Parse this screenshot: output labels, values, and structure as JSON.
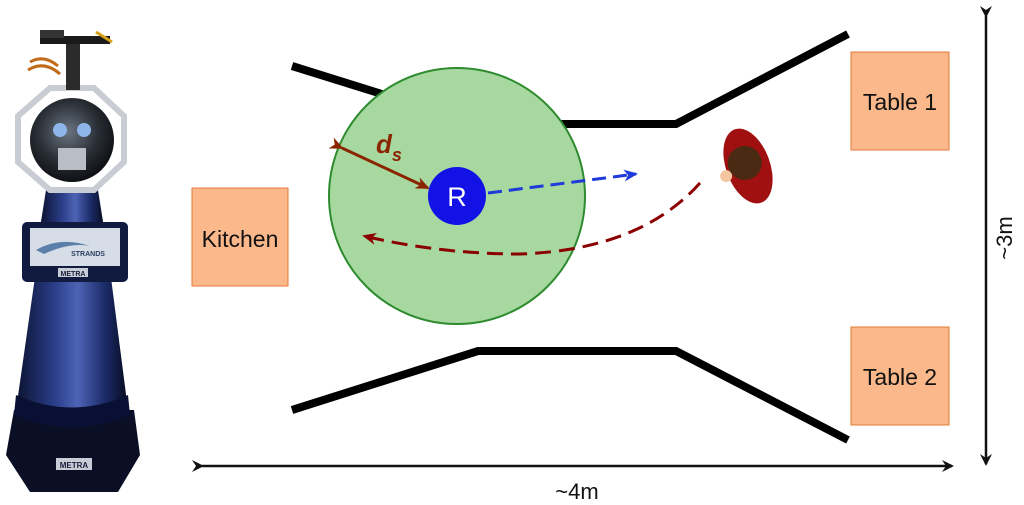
{
  "robot": {
    "brand_label": "STRANDS",
    "maker_label": "METRA",
    "base_label": "METRA"
  },
  "rooms": {
    "kitchen": "Kitchen",
    "table1": "Table 1",
    "table2": "Table 2"
  },
  "robot_marker": {
    "label": "R"
  },
  "safety_zone": {
    "label_main": "d",
    "label_sub": "s"
  },
  "dimensions": {
    "width_label": "~4m",
    "height_label": "~3m"
  },
  "colors": {
    "table_fill": "#fbb88a",
    "zone_fill": "#a6d8a0",
    "zone_stroke": "#2e8b2e",
    "robot_marker": "#1212e6",
    "robot_path": "#1e3adb",
    "person_path": "#8b0000",
    "ds_arrow": "#8b2500"
  }
}
